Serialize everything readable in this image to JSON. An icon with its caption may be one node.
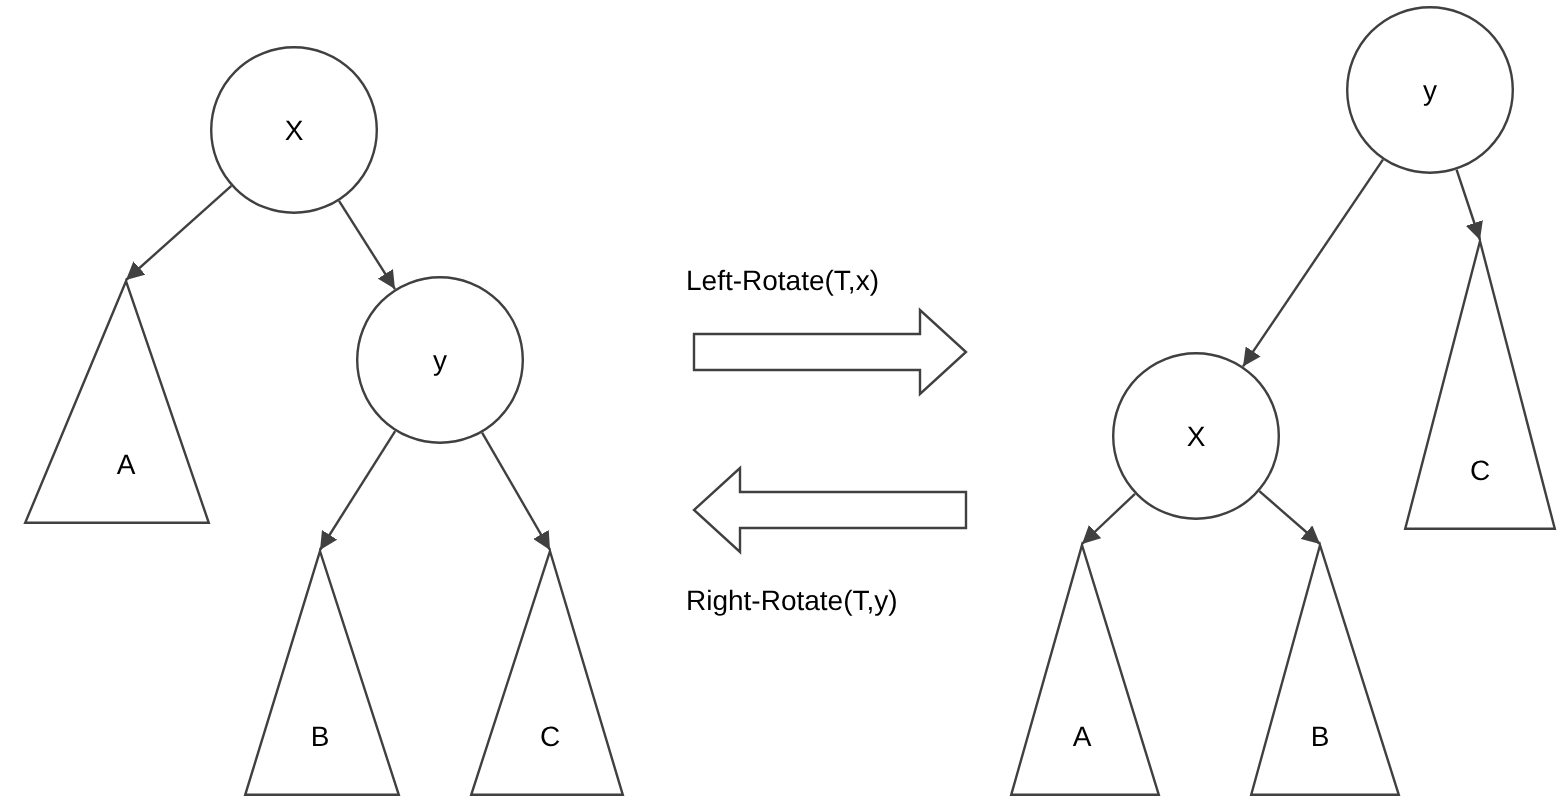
{
  "diagram": {
    "nodes": [
      {
        "text": [
          "X"
        ]
      },
      {
        "text": [
          "A"
        ]
      },
      {
        "text": [
          "y"
        ]
      },
      {
        "text": [
          "B"
        ]
      },
      {
        "text": [
          "C"
        ]
      },
      {
        "text": [
          "y"
        ]
      },
      {
        "text": [
          "X"
        ]
      },
      {
        "text": [
          "A"
        ]
      },
      {
        "text": [
          "B"
        ]
      },
      {
        "text": [
          "C"
        ]
      }
    ],
    "edges": [
      {
        "from": 0,
        "to": 1,
        "arrow": "to"
      },
      {
        "from": 0,
        "to": 2,
        "arrow": "to"
      },
      {
        "from": 2,
        "to": 3,
        "arrow": "to"
      },
      {
        "from": 2,
        "to": 4,
        "arrow": "to"
      },
      {
        "from": 5,
        "to": 6,
        "arrow": "to"
      },
      {
        "from": 5,
        "to": 9,
        "arrow": "to"
      },
      {
        "from": 6,
        "to": 7,
        "arrow": "to"
      },
      {
        "from": 6,
        "to": 8,
        "arrow": "to"
      }
    ],
    "labels": [
      "Left-Rotate(T,x)",
      "Right-Rotate(T,y)"
    ]
  }
}
